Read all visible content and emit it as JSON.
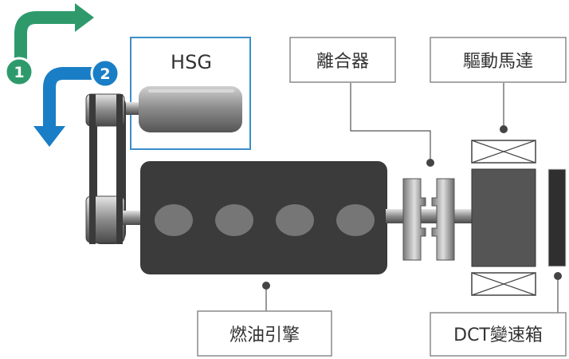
{
  "labels": {
    "hsg": "HSG",
    "clutch": "離合器",
    "motor": "驅動馬達",
    "engine": "燃油引擎",
    "dct": "DCT變速箱"
  },
  "badges": {
    "path1": "1",
    "path2": "2"
  },
  "colors": {
    "path1_green": "#2e9a6c",
    "path2_blue": "#1a7ec6",
    "hsg_frame": "#3a8fc8",
    "engine_body": "#3b3b3b",
    "engine_cylinder": "#767676",
    "label_border": "#8a8a8a",
    "motor_body": "#555555",
    "transmission": "#2f2f2f"
  }
}
